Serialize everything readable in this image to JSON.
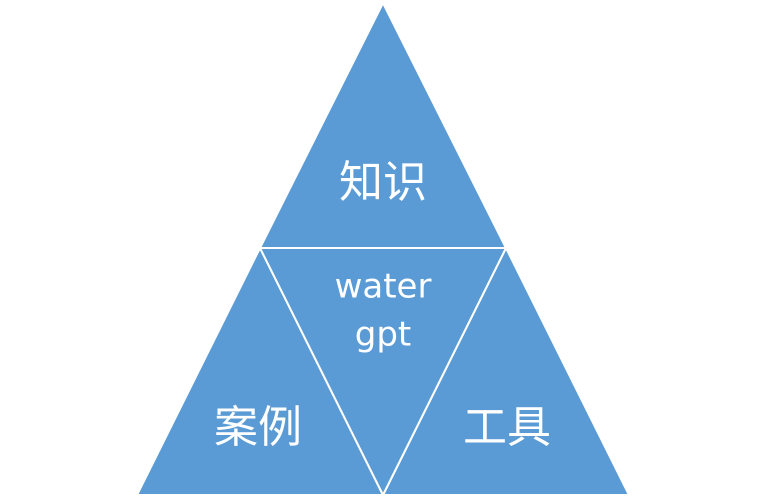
{
  "diagram": {
    "top_label": "知识",
    "left_label": "案例",
    "right_label": "工具",
    "center_label_line1": "water",
    "center_label_line2": "gpt",
    "fill_color": "#5b9bd5",
    "line_color": "#ffffff"
  }
}
